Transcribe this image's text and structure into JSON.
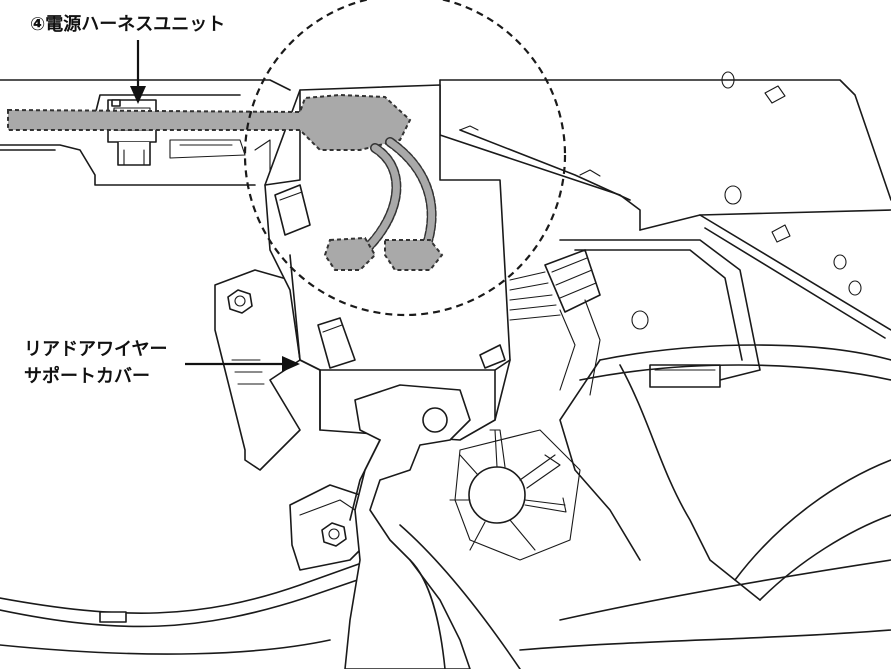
{
  "labels": {
    "power_harness_unit": "④電源ハーネスユニット",
    "rear_wire_support_cover_line1": "リアドアワイヤー",
    "rear_wire_support_cover_line2": "サポートカバー"
  },
  "colors": {
    "line": "#1a1a1a",
    "harness_fill": "#a9a9a9",
    "background": "#ffffff"
  }
}
